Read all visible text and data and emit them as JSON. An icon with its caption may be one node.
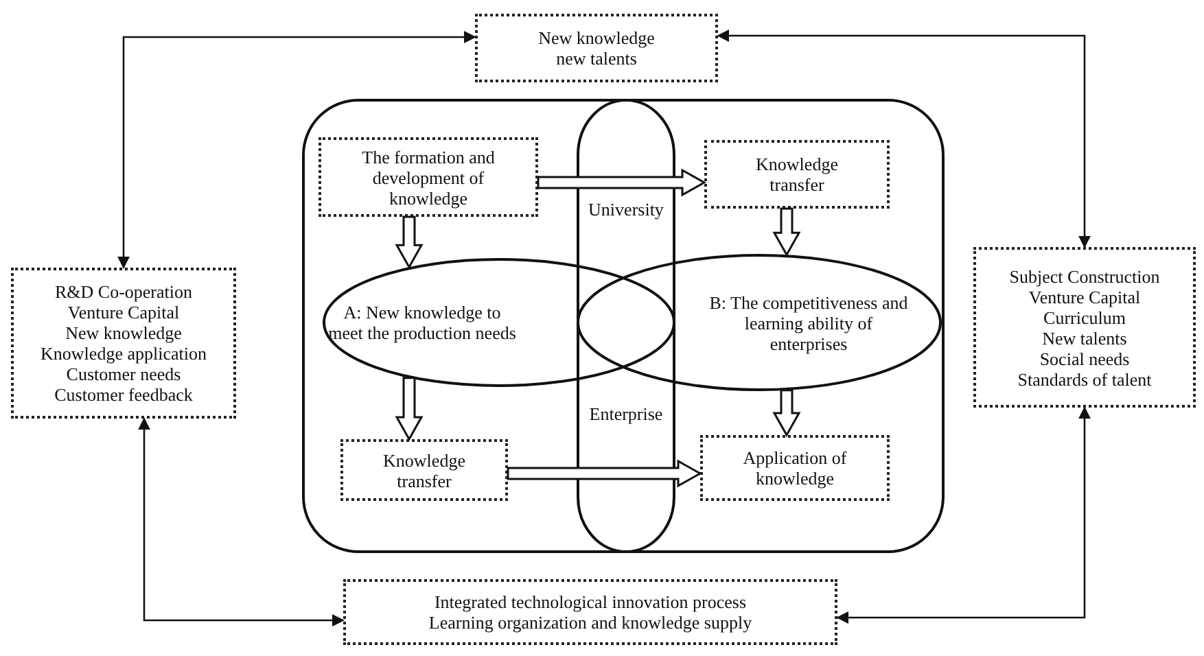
{
  "diagram": {
    "nodes": [
      {
        "text": [
          "New knowledge new talents"
        ]
      },
      {
        "text": [],
        "shape": "box"
      },
      {
        "text": [
          "The formation and development of knowledge"
        ],
        "in": 1
      },
      {
        "text": [
          "Knowledge transfer"
        ],
        "in": 1
      },
      {
        "text": [
          "University",
          "Enterprise"
        ],
        "in": 1
      },
      {
        "text": [
          "A: New knowledge to meet the production needs"
        ],
        "in": 1
      },
      {
        "text": [
          "B: The competitiveness and learning ability of enterprises"
        ],
        "in": 1
      },
      {
        "text": [
          "Knowledge transfer"
        ],
        "in": 1
      },
      {
        "text": [
          "Application of knowledge"
        ],
        "in": 1
      },
      {
        "text": [
          "R&D Co-operation",
          "Venture Capital",
          "New knowledge",
          "Knowledge application",
          "Customer needs",
          "Customer feedback"
        ]
      },
      {
        "text": [
          "Subject Construction",
          "Venture Capital",
          "Curriculum",
          "New talents",
          "Social needs",
          "Standards of talent"
        ]
      },
      {
        "text": [
          "Integrated technological innovation process",
          "Learning organization and knowledge supply"
        ]
      }
    ],
    "edges": [
      {
        "from": 9,
        "to": 0,
        "arrow": "both"
      },
      {
        "from": 10,
        "to": 0,
        "arrow": "both"
      },
      {
        "from": 9,
        "to": 11,
        "arrow": "both"
      },
      {
        "from": 10,
        "to": 11,
        "arrow": "both"
      },
      {
        "from": 2,
        "to": 3,
        "arrow": "to",
        "style": "thick"
      },
      {
        "from": 2,
        "to": 5,
        "arrow": "to",
        "style": "thick"
      },
      {
        "from": 3,
        "to": 6,
        "arrow": "to",
        "style": "thick"
      },
      {
        "from": 5,
        "to": 7,
        "arrow": "to",
        "style": "thick"
      },
      {
        "from": 6,
        "to": 8,
        "arrow": "to",
        "style": "thick"
      },
      {
        "from": 7,
        "to": 8,
        "arrow": "to",
        "style": "thick"
      }
    ]
  }
}
